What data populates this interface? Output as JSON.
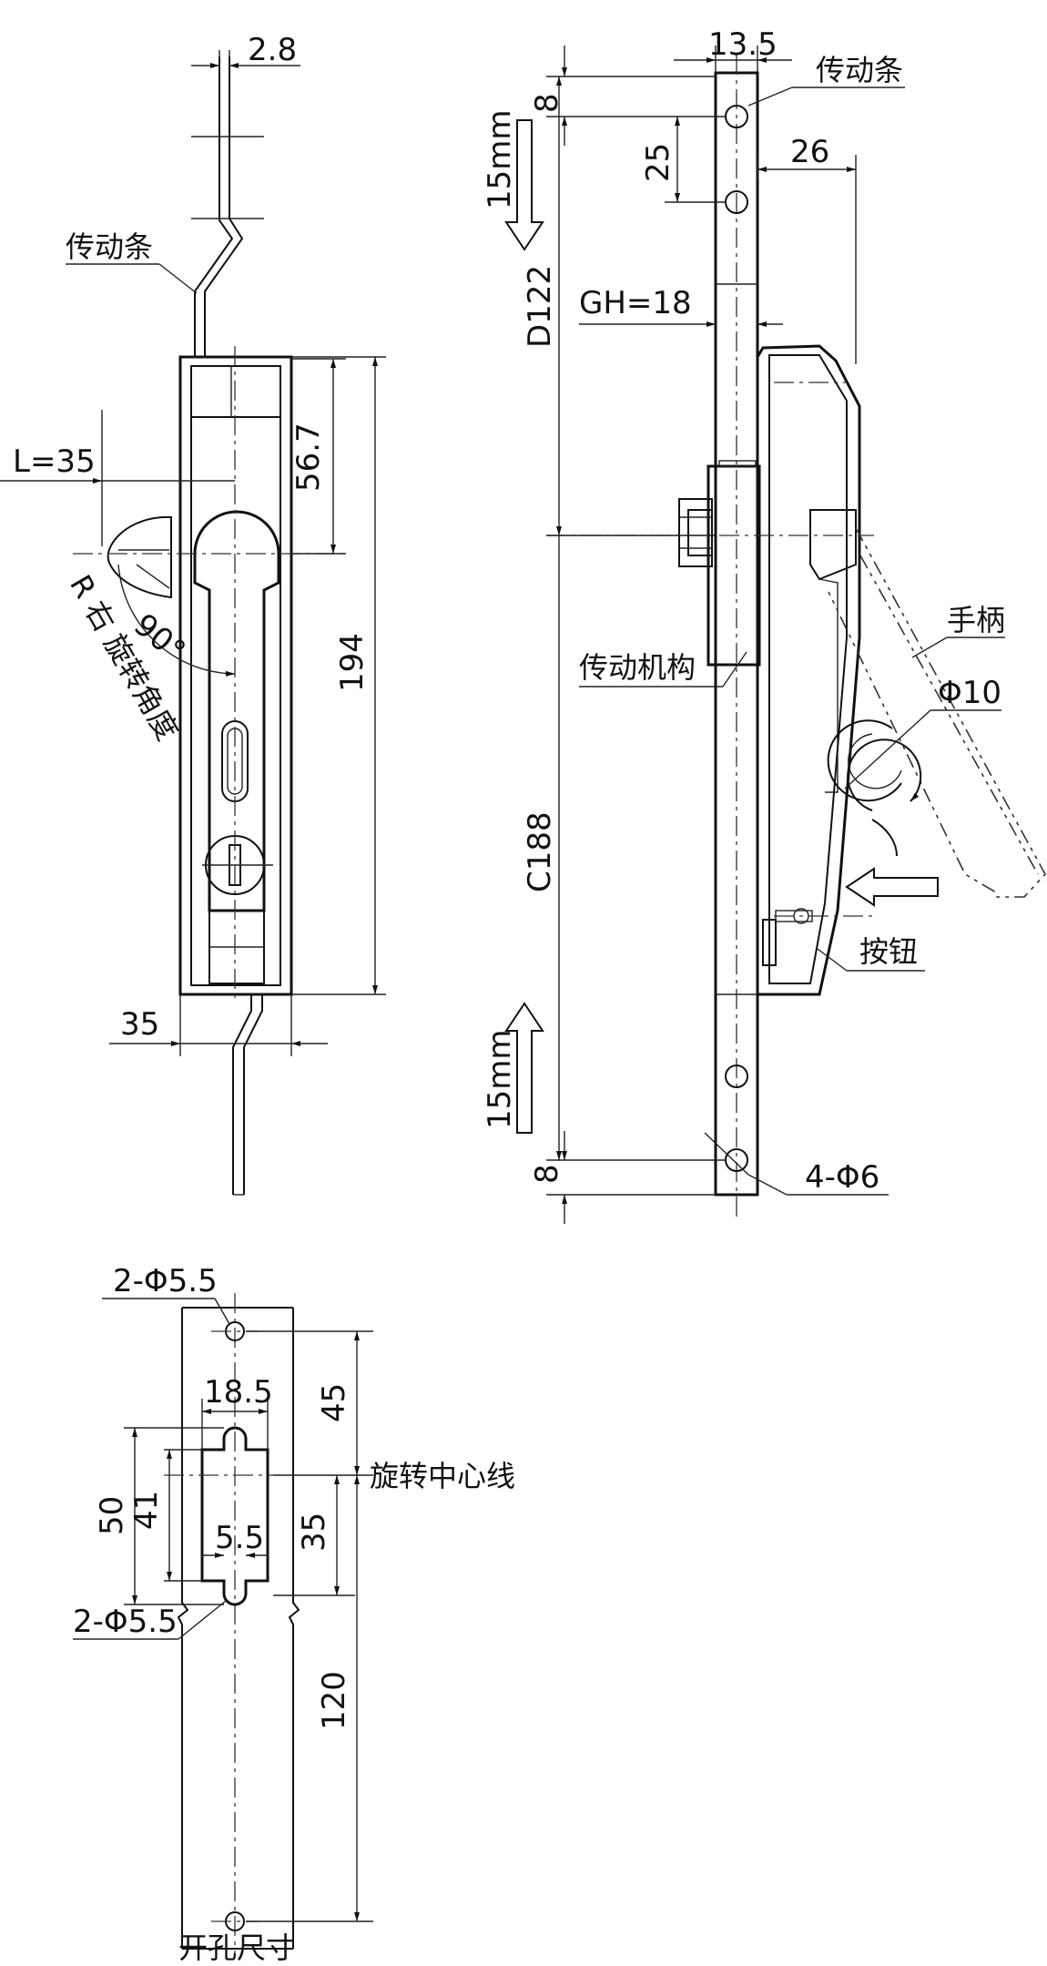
{
  "labels": {
    "transmission_bar_left": "传动条",
    "transmission_bar_right": "传动条",
    "mechanism": "传动机构",
    "handle": "手柄",
    "button": "按钮",
    "rotation_angle": "R 右 旋转角度",
    "rotation_center_line": "旋转中心线",
    "cutout_title": "开孔尺寸",
    "travel_up": "15mm",
    "travel_down": "15mm"
  },
  "dimensions": {
    "bar_thickness": "2.8",
    "handle_L": "L=35",
    "angle": "90°",
    "height_56_7": "56.7",
    "height_194": "194",
    "width_35": "35",
    "width_13_5": "13.5",
    "dim_8_top": "8",
    "dim_25": "25",
    "dim_26": "26",
    "gh": "GH=18",
    "d122": "D122",
    "c188": "C188",
    "phi10": "Φ10",
    "dim_8_bottom": "8",
    "holes_4": "4-Φ6",
    "cut_holes_top": "2-Φ5.5",
    "cut_18_5": "18.5",
    "cut_45": "45",
    "cut_50": "50",
    "cut_41": "41",
    "cut_5_5": "5.5",
    "cut_35": "35",
    "cut_holes_bottom": "2-Φ5.5",
    "cut_120": "120"
  }
}
